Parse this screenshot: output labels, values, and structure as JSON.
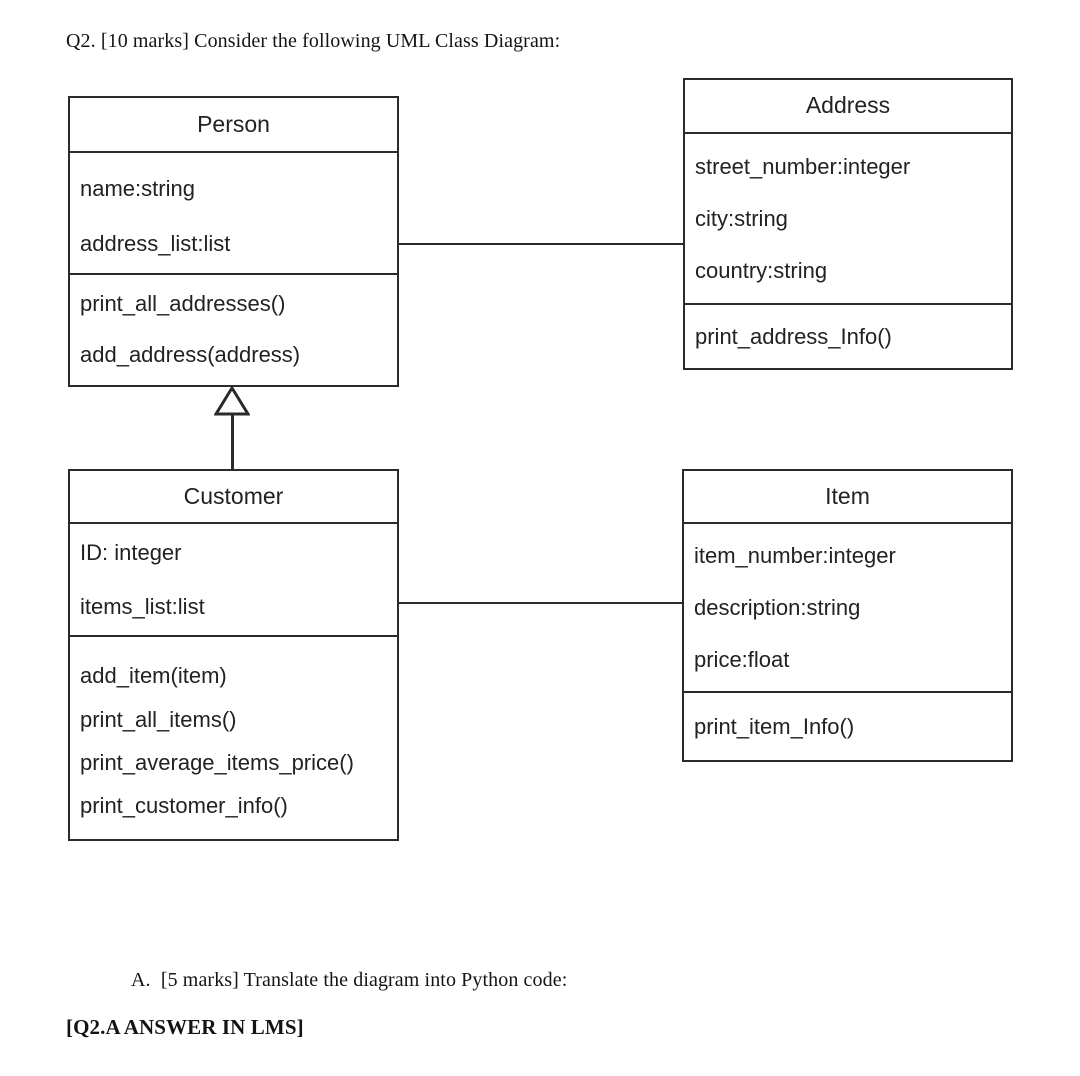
{
  "page": {
    "question_heading": "Q2. [10 marks] Consider the following UML Class Diagram:",
    "part_a_text": "A.  [5 marks] Translate the diagram into Python code:",
    "answer_note": "[Q2.A ANSWER IN LMS]"
  },
  "diagram": {
    "type": "uml-class-diagram",
    "stroke_color": "#2b2b2b",
    "background_color": "#ffffff",
    "classes": [
      {
        "name": "Person",
        "attributes": [
          "name:string",
          "address_list:list"
        ],
        "operations": [
          "print_all_addresses()",
          "add_address(address)"
        ]
      },
      {
        "name": "Address",
        "attributes": [
          "street_number:integer",
          "city:string",
          "country:string"
        ],
        "operations": [
          "print_address_Info()"
        ]
      },
      {
        "name": "Customer",
        "attributes": [
          "ID: integer",
          "items_list:list"
        ],
        "operations": [
          "add_item(item)",
          "print_all_items()",
          "print_average_items_price()",
          "print_customer_info()"
        ]
      },
      {
        "name": "Item",
        "attributes": [
          "item_number:integer",
          "description:string",
          "price:float"
        ],
        "operations": [
          "print_item_Info()"
        ]
      }
    ],
    "relationships": [
      {
        "kind": "association",
        "from": "Person",
        "to": "Address"
      },
      {
        "kind": "association",
        "from": "Customer",
        "to": "Item"
      },
      {
        "kind": "generalization",
        "from": "Customer",
        "to": "Person"
      }
    ]
  }
}
